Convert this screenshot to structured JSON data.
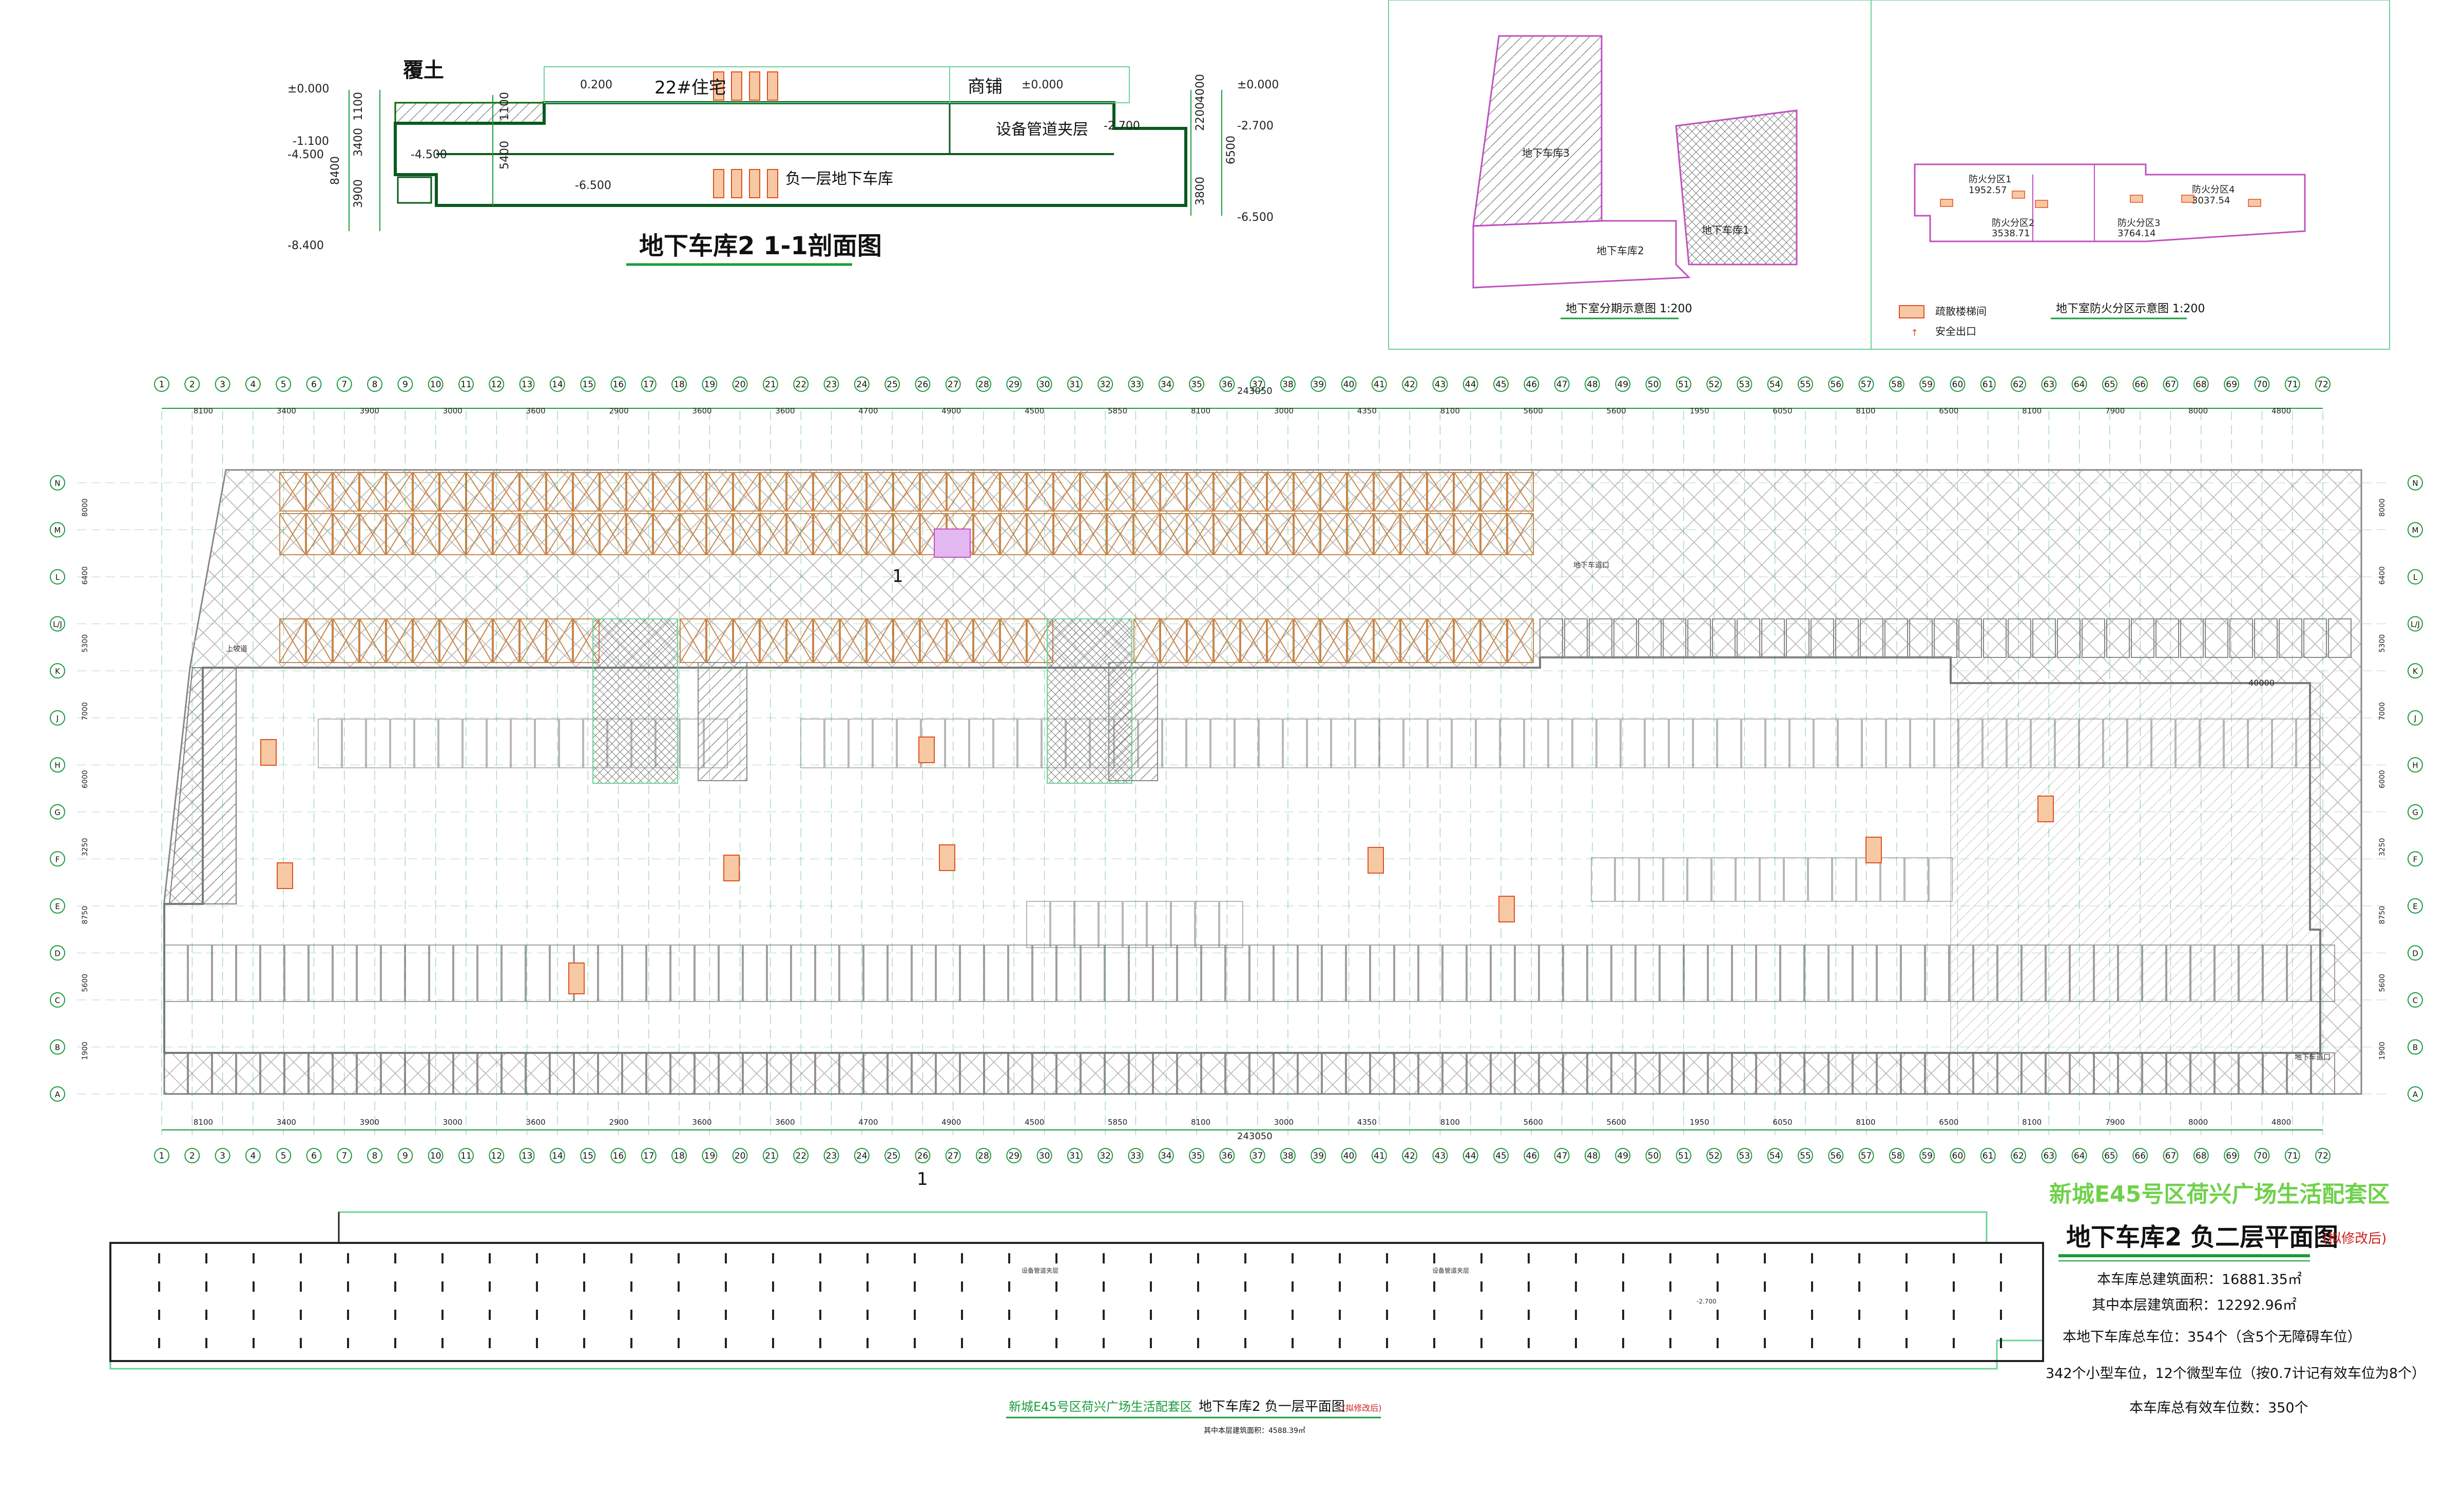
{
  "section": {
    "title": "地下车库2 1-1剖面图",
    "labels": {
      "cover_soil": "覆土",
      "residence": "22#住宅",
      "shops": "商铺",
      "equip_layer": "设备管道夹层",
      "garage_b1": "负一层地下车库"
    },
    "elevations": [
      "±0.000",
      "-1.100",
      "-4.500",
      "-8.400",
      "0.200",
      "-4.500",
      "-6.500",
      "±0.000",
      "-2.700",
      "±0.000",
      "-2.700",
      "-6.500"
    ],
    "dims": [
      "1100",
      "3400",
      "3900",
      "8400",
      "1100",
      "5400",
      "2200",
      "4000",
      "3800",
      "6500"
    ]
  },
  "phasing": {
    "caption": "地下室分期示意图 1:200",
    "zones": [
      "地下车库3",
      "地下车库1",
      "地下车库2"
    ]
  },
  "firezones": {
    "caption": "地下室防火分区示意图 1:200",
    "zones": [
      {
        "name": "防火分区1",
        "area": "1952.57"
      },
      {
        "name": "防火分区2",
        "area": "3538.71"
      },
      {
        "name": "防火分区3",
        "area": "3764.14"
      },
      {
        "name": "防火分区4",
        "area": "3037.54"
      }
    ],
    "legend": [
      {
        "label": "疏散楼梯间",
        "color": "#f6c9a4"
      },
      {
        "label": "安全出口",
        "color": "#e05020"
      }
    ]
  },
  "grid": {
    "columns": [
      "1",
      "2",
      "3",
      "4",
      "5",
      "6",
      "7",
      "8",
      "9",
      "10",
      "11",
      "12",
      "13",
      "14",
      "15",
      "16",
      "17",
      "18",
      "19",
      "20",
      "21",
      "22",
      "23",
      "24",
      "25",
      "26",
      "27",
      "28",
      "29",
      "30",
      "31",
      "32",
      "33",
      "34",
      "35",
      "36",
      "37",
      "38",
      "39",
      "40",
      "41",
      "42",
      "43",
      "44",
      "45",
      "46",
      "47",
      "48",
      "49",
      "50",
      "51",
      "52",
      "53",
      "54",
      "55",
      "56",
      "57",
      "58",
      "59",
      "60",
      "61",
      "62",
      "63",
      "64",
      "65",
      "66",
      "67",
      "68",
      "69",
      "70",
      "71",
      "72"
    ],
    "rows": [
      "N",
      "M",
      "L",
      "L/J",
      "K",
      "J",
      "H",
      "G",
      "F",
      "E",
      "D",
      "C",
      "B",
      "A"
    ],
    "total_dim": "243050",
    "spans": [
      "8100",
      "3400",
      "3900",
      "3000",
      "3600",
      "2900",
      "3600",
      "3600",
      "4700",
      "4900",
      "4500",
      "5850",
      "8100",
      "3000",
      "4350",
      "8100",
      "5600",
      "5600",
      "1950",
      "6050",
      "8100",
      "6500",
      "8100",
      "7900",
      "8000",
      "4800"
    ],
    "row_dims": [
      "8000",
      "6400",
      "5300",
      "7000",
      "6000",
      "3250",
      "8750",
      "5600",
      "1900"
    ]
  },
  "plan_b2": {
    "project": "新城E45号区荷兴广场生活配套区",
    "title": "地下车库2 负二层平面图",
    "tag": "(拟修改后)",
    "stats": [
      "本车库总建筑面积：16881.35㎡",
      "其中本层建筑面积：12292.96㎡",
      "本地下车库总车位：354个（含5个无障碍车位）",
      "342个小型车位，12个微型车位（按0.7计记有效车位为8个）",
      "本车库总有效车位数：350个"
    ],
    "section_mark": "1",
    "ramp_labels": [
      "上坡道",
      "地下车道口",
      "地下车道口"
    ]
  },
  "plan_b1": {
    "project": "新城E45号区荷兴广场生活配套区",
    "title": "地下车库2 负一层平面图",
    "tag": "(拟修改后)",
    "area": "其中本层建筑面积：4588.39㎡"
  }
}
